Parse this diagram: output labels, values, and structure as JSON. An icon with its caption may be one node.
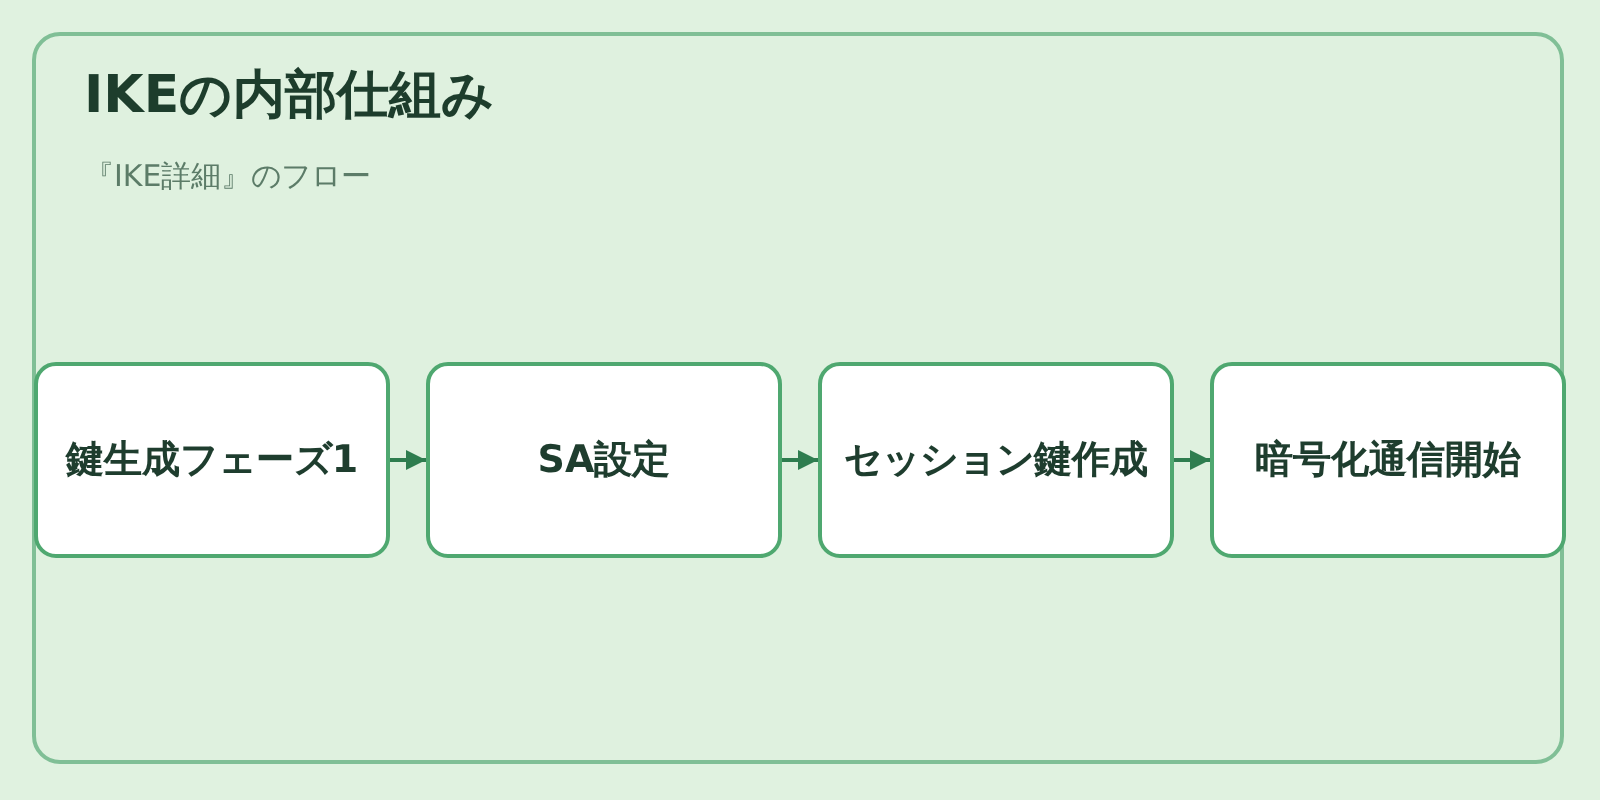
{
  "diagram": {
    "title": "IKEの内部仕組み",
    "nodes": [
      {
        "text": [
          "鍵生成フェーズ1"
        ]
      },
      {
        "text": [
          "SA設定"
        ]
      },
      {
        "text": [
          "セッション鍵作成"
        ]
      },
      {
        "text": [
          "暗号化通信開始"
        ]
      }
    ],
    "edges": [
      {
        "from": 0,
        "to": 1,
        "arrow": "to"
      },
      {
        "from": 1,
        "to": 2,
        "arrow": "to"
      },
      {
        "from": 2,
        "to": 3,
        "arrow": "to"
      }
    ],
    "labels": [
      "『IKE詳細』のフロー"
    ]
  }
}
